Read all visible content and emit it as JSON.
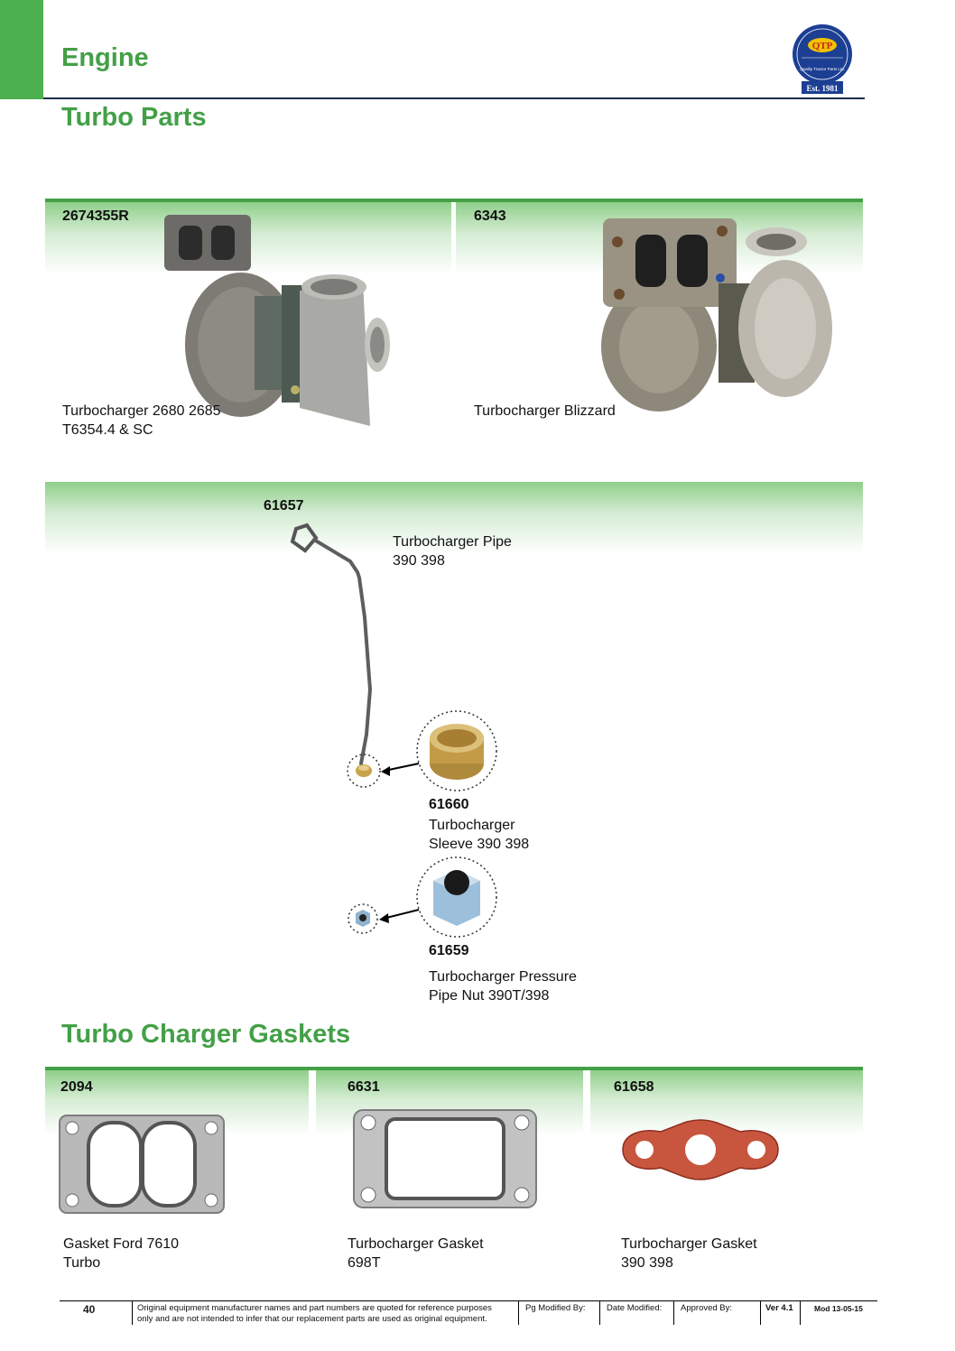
{
  "header": {
    "section": "Engine",
    "title": "Turbo Parts",
    "logo_text": "QTP",
    "logo_ring_text": "Quality Tractor Parts Ltd.",
    "logo_est": "Est. 1981"
  },
  "turbo_products": [
    {
      "part_no": "2674355R",
      "desc_line1": "Turbocharger 2680 2685",
      "desc_line2": "T6354.4 & SC"
    },
    {
      "part_no": "6343",
      "desc_line1": "Turbocharger Blizzard",
      "desc_line2": ""
    }
  ],
  "pipe_section": {
    "pipe": {
      "part_no": "61657",
      "desc_line1": "Turbocharger Pipe",
      "desc_line2": "390 398"
    },
    "sleeve": {
      "part_no": "61660",
      "desc_line1": "Turbocharger",
      "desc_line2": "Sleeve 390 398"
    },
    "nut": {
      "part_no": "61659",
      "desc_line1": "Turbocharger Pressure",
      "desc_line2": "Pipe Nut 390T/398"
    }
  },
  "gaskets_section": {
    "title": "Turbo Charger Gaskets",
    "items": [
      {
        "part_no": "2094",
        "desc_line1": "Gasket Ford 7610",
        "desc_line2": "Turbo"
      },
      {
        "part_no": "6631",
        "desc_line1": "Turbocharger Gasket",
        "desc_line2": "698T"
      },
      {
        "part_no": "61658",
        "desc_line1": "Turbocharger Gasket",
        "desc_line2": "390 398"
      }
    ]
  },
  "footer": {
    "page_number": "40",
    "disclaimer_line1": "Original equipment manufacturer names and part numbers are quoted for reference purposes",
    "disclaimer_line2": "only and are not intended to infer that our replacement parts are used as original equipment.",
    "pg_modified_by": "Pg Modified By:",
    "date_modified": "Date Modified:",
    "approved_by": "Approved By:",
    "version": "Ver 4.1",
    "mod": "Mod 13-05-15"
  }
}
